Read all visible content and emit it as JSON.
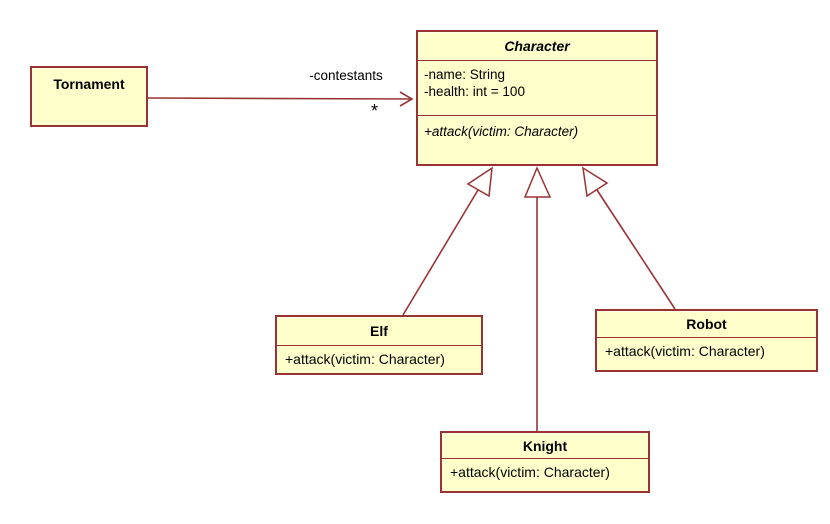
{
  "colors": {
    "background": "#ffffff",
    "class_fill": "#ffffcc",
    "class_border": "#993333",
    "connector": "#993333",
    "text": "#000000"
  },
  "classes": {
    "tornament": {
      "name": "Tornament"
    },
    "character": {
      "name": "Character",
      "stereotype": "abstract",
      "attributes": [
        "-name: String",
        "-health: int = 100"
      ],
      "methods": [
        "+attack(victim: Character)"
      ]
    },
    "elf": {
      "name": "Elf",
      "methods": [
        "+attack(victim: Character)"
      ]
    },
    "robot": {
      "name": "Robot",
      "methods": [
        "+attack(victim: Character)"
      ]
    },
    "knight": {
      "name": "Knight",
      "methods": [
        "+attack(victim: Character)"
      ]
    }
  },
  "association": {
    "from": "Tornament",
    "to": "Character",
    "label": "-contestants",
    "multiplicity": "*"
  },
  "generalizations": [
    {
      "from": "Elf",
      "to": "Character"
    },
    {
      "from": "Knight",
      "to": "Character"
    },
    {
      "from": "Robot",
      "to": "Character"
    }
  ]
}
